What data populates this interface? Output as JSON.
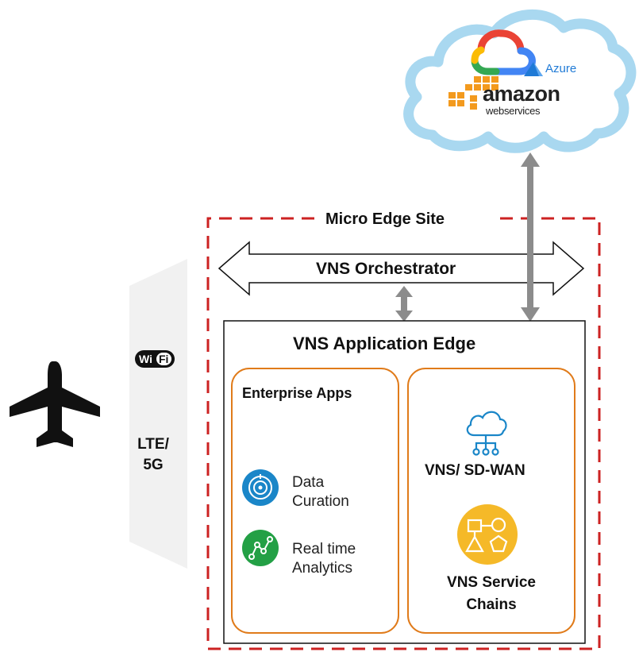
{
  "cloud": {
    "azure_label": "Azure",
    "aws_label_main": "amazon",
    "aws_label_sub": "webservices",
    "colors": {
      "cloud_stroke": "#a9d8f0",
      "azure": "#1f7ad6",
      "aws_orange": "#f39a1e",
      "aws_text": "#222222"
    }
  },
  "site": {
    "title": "Micro Edge Site",
    "border_color": "#cc2222"
  },
  "orchestrator": {
    "label": "VNS Orchestrator"
  },
  "edge": {
    "title": "VNS Application Edge"
  },
  "enterprise": {
    "title": "Enterprise Apps",
    "apps": [
      {
        "line1": "Data",
        "line2": "Curation",
        "icon": "target-icon",
        "color": "#1a86c8"
      },
      {
        "line1": "Real time",
        "line2": "Analytics",
        "icon": "graph-icon",
        "color": "#23a045"
      }
    ]
  },
  "network": {
    "sdwan_label": "VNS/ SD-WAN",
    "chains_line1": "VNS Service",
    "chains_line2": "Chains",
    "icon_color": "#1a86c8",
    "chains_color": "#f5b928"
  },
  "connectivity": {
    "wifi_left": "Wi",
    "wifi_right": "Fi",
    "lte_line1": "LTE/",
    "lte_line2": "5G"
  },
  "colors": {
    "box_orange": "#e07b1a",
    "arrow_grey": "#8c8c8c"
  }
}
